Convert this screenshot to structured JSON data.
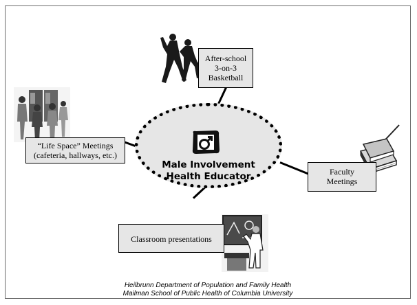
{
  "center": {
    "title_line1": "Male Involvement",
    "title_line2": "Health Educator",
    "icon": "male-symbol-icon"
  },
  "activities": [
    {
      "id": "basketball",
      "lines": [
        "After-school",
        "3-on-3",
        "Basketball"
      ],
      "picture": "basketball-players-icon"
    },
    {
      "id": "life-space",
      "lines": [
        "“Life Space” Meetings",
        "(cafeteria, hallways, etc.)"
      ],
      "picture": "students-hallway-icon"
    },
    {
      "id": "faculty",
      "lines": [
        "Faculty",
        "Meetings"
      ],
      "picture": "books-icon"
    },
    {
      "id": "classroom",
      "lines": [
        "Classroom presentations"
      ],
      "picture": "teacher-chalkboard-icon"
    }
  ],
  "footer": {
    "line1": "Heilbrunn Department of Population and Family Health",
    "line2": "Mailman School of Public Health of Columbia University"
  },
  "colors": {
    "box_fill": "#e6e6e6",
    "ink": "#000000"
  }
}
